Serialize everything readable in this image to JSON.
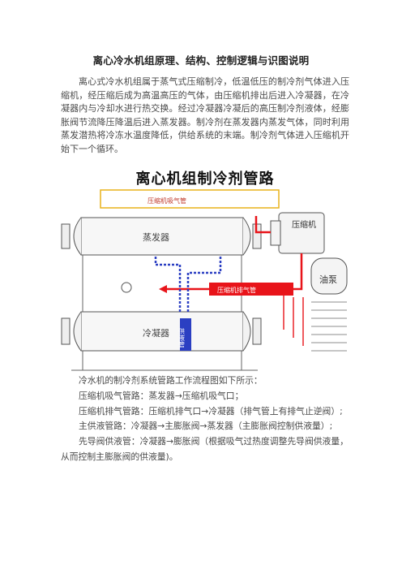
{
  "doc": {
    "title": "离心冷水机组原理、结构、控制逻辑与识图说明",
    "intro": "离心式冷水机组属于蒸气式压缩制冷，低温低压的制冷剂气体进入压缩机，经压缩后成为高温高压的气体，由压缩机排出后进入冷凝器，在冷凝器内与冷却水进行热交换。经过冷凝器冷凝后的高压制冷剂液体，经膨胀阀节流降压降温后进入蒸发器。制冷剂在蒸发器内蒸发气体，同时利用蒸发潜热将冷冻水温度降低，供给系统的末端。制冷剂气体进入压缩机开始下一个循环。"
  },
  "figure": {
    "title": "离心机组制冷剂管路",
    "label_suction": "压缩机吸气管",
    "label_discharge": "压缩机排气管",
    "label_evaporator": "蒸发器",
    "label_condenser": "冷凝器",
    "label_compressor": "压缩机",
    "label_oilpump": "油泵",
    "label_supply_pipe": "供液管",
    "colors": {
      "red": "#e8141a",
      "yellow": "#e8b21a",
      "blue": "#2b3fc2",
      "gray": "#555555"
    }
  },
  "flow": {
    "intro": "冷水机的制冷剂系统管路工作流程图如下所示：",
    "suction": "压缩机吸气管路：蒸发器→压缩机吸气口；",
    "discharge": "压缩机排气管路：压缩机排气口→冷凝器（排气管上有排气止逆阀）;",
    "main_liquid": "主供液管路：冷凝器→主膨胀阀→蒸发器（主膨胀阀控制供液量）;",
    "pilot_liquid": "先导阀供液管：冷凝器→膨胀阀（根据吸气过热度调整先导阀供液量，从而控制主膨胀阀的供液量)。"
  }
}
